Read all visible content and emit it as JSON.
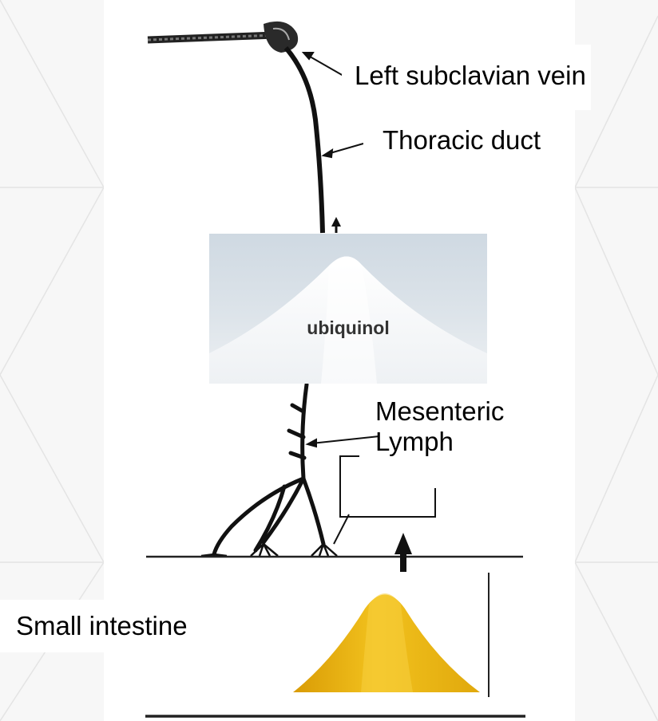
{
  "labels": {
    "left_subclavian_vein": "Left subclavian vein",
    "thoracic_duct": "Thoracic duct",
    "mesenteric_lymph": [
      "Mesenteric",
      "Lymph"
    ],
    "small_intestine": "Small intestine"
  },
  "images": {
    "white_powder_caption": "ubiquinol",
    "white_powder_name": "ubiquinol-powder-image",
    "yellow_powder_name": "yellow-powder-image"
  },
  "colors": {
    "background": "#f7f7f7",
    "panel": "#ffffff",
    "ink": "#000000",
    "caption_text": "#333333",
    "yellow_powder": "#e8b10e",
    "white_powder": "#f4f6f8"
  }
}
